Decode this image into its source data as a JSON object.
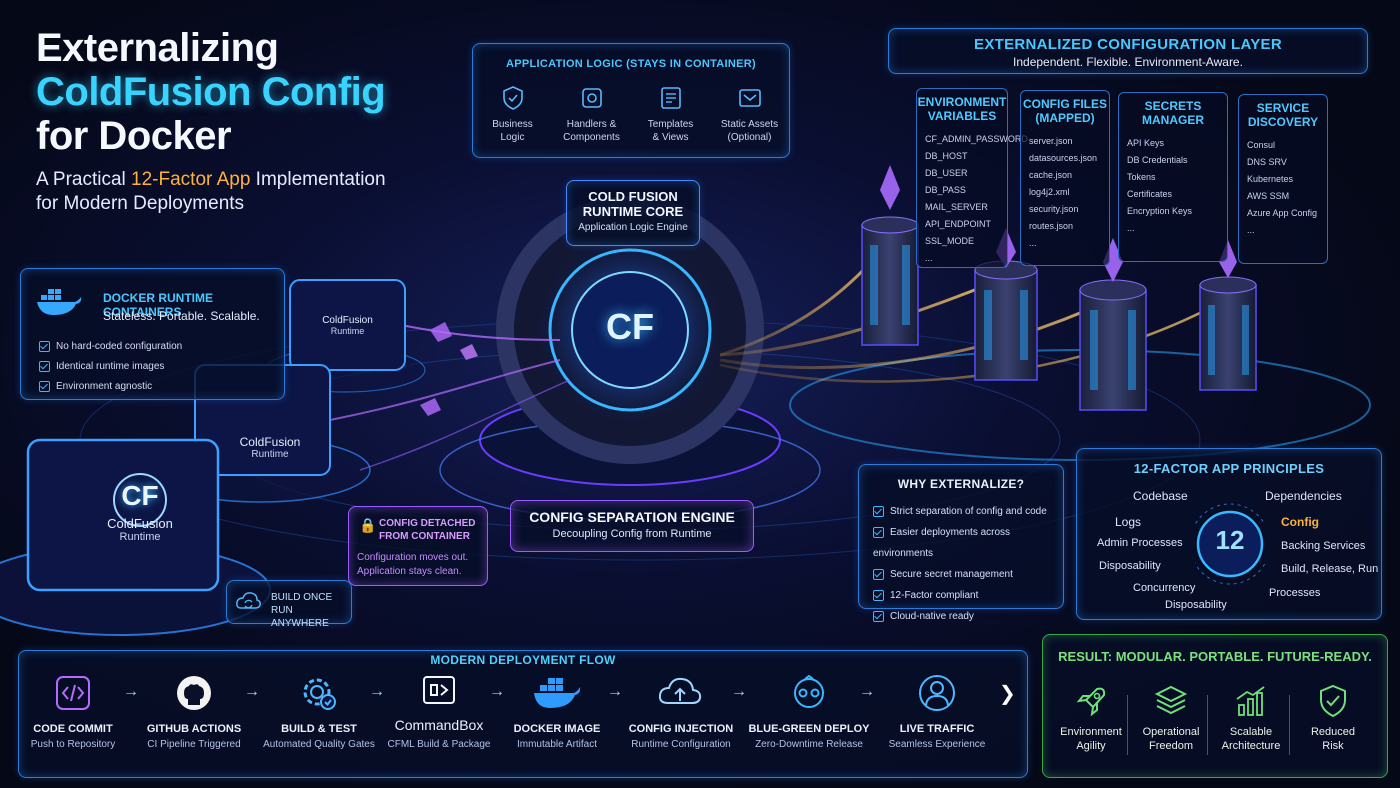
{
  "title": {
    "line1": "Externalizing",
    "line2": "ColdFusion Config",
    "line3": "for Docker",
    "subtitle_a": "A Practical ",
    "subtitle_highlight": "12-Factor App",
    "subtitle_b": " Implementation",
    "subtitle_line2": "for Modern Deployments"
  },
  "app_logic": {
    "title": "APPLICATION LOGIC (STAYS IN CONTAINER)",
    "items": [
      {
        "icon": "shield-check-icon",
        "label1": "Business",
        "label2": "Logic"
      },
      {
        "icon": "gear-tools-icon",
        "label1": "Handlers &",
        "label2": "Components"
      },
      {
        "icon": "template-icon",
        "label1": "Templates",
        "label2": "& Views"
      },
      {
        "icon": "image-icon",
        "label1": "Static Assets",
        "label2": "(Optional)"
      }
    ]
  },
  "core": {
    "line1": "COLD FUSION",
    "line2": "RUNTIME CORE",
    "sub": "Application Logic Engine",
    "badge": "CF"
  },
  "config_layer": {
    "title": "EXTERNALIZED CONFIGURATION LAYER",
    "subtitle": "Independent. Flexible. Environment-Aware.",
    "columns": [
      {
        "t1": "ENVIRONMENT",
        "t2": "VARIABLES",
        "items": [
          "CF_ADMIN_PASSWORD",
          "DB_HOST",
          "DB_USER",
          "DB_PASS",
          "MAIL_SERVER",
          "API_ENDPOINT",
          "SSL_MODE",
          "..."
        ]
      },
      {
        "t1": "CONFIG FILES",
        "t2": "(MAPPED)",
        "items": [
          "server.json",
          "datasources.json",
          "cache.json",
          "log4j2.xml",
          "security.json",
          "routes.json",
          "..."
        ]
      },
      {
        "t1": "SECRETS",
        "t2": "MANAGER",
        "items": [
          "API Keys",
          "DB Credentials",
          "Tokens",
          "Certificates",
          "Encryption Keys",
          "..."
        ]
      },
      {
        "t1": "SERVICE",
        "t2": "DISCOVERY",
        "items": [
          "Consul",
          "DNS SRV",
          "Kubernetes",
          "AWS SSM",
          "Azure App Config",
          "..."
        ]
      }
    ]
  },
  "docker_panel": {
    "title": "DOCKER RUNTIME CONTAINERS",
    "subtitle": "Stateless. Portable. Scalable.",
    "checks": [
      "No hard-coded configuration",
      "Identical runtime images",
      "Environment agnostic"
    ]
  },
  "cubes": [
    {
      "badge": "",
      "l1": "ColdFusion",
      "l2": "Runtime"
    },
    {
      "badge": "",
      "l1": "ColdFusion",
      "l2": "Runtime"
    },
    {
      "badge": "CF",
      "l1": "ColdFusion",
      "l2": "Runtime"
    }
  ],
  "detached": {
    "t1": "CONFIG DETACHED",
    "t2": "FROM CONTAINER",
    "d1": "Configuration moves out.",
    "d2": "Application stays clean."
  },
  "separation": {
    "title": "CONFIG SEPARATION ENGINE",
    "sub": "Decoupling Config from Runtime"
  },
  "build_once": {
    "l1": "BUILD ONCE",
    "l2": "RUN ANYWHERE"
  },
  "why": {
    "title": "WHY EXTERNALIZE?",
    "items": [
      "Strict separation of config and code",
      "Easier deployments across environments",
      "Secure secret management",
      "12-Factor compliant",
      "Cloud-native ready"
    ]
  },
  "principles": {
    "title": "12-FACTOR APP PRINCIPLES",
    "center": "12",
    "items": [
      "Codebase",
      "Dependencies",
      "Logs",
      "Config",
      "Admin Processes",
      "Backing Services",
      "Disposability",
      "Build, Release, Run",
      "Concurrency",
      "Disposability",
      "Processes"
    ]
  },
  "flow": {
    "title": "MODERN DEPLOYMENT FLOW",
    "steps": [
      {
        "icon": "code-icon",
        "label": "CODE COMMIT",
        "sub": "Push to Repository"
      },
      {
        "icon": "github-icon",
        "label": "GITHUB ACTIONS",
        "sub": "CI Pipeline Triggered"
      },
      {
        "icon": "gear-check-icon",
        "label": "BUILD & TEST",
        "sub": "Automated Quality Gates"
      },
      {
        "icon": "commandbox-icon",
        "label": "CommandBox",
        "sub": "CFML Build & Package"
      },
      {
        "icon": "docker-icon",
        "label": "DOCKER IMAGE",
        "sub": "Immutable Artifact"
      },
      {
        "icon": "cloud-upload-icon",
        "label": "CONFIG INJECTION",
        "sub": "Runtime Configuration"
      },
      {
        "icon": "bluegreen-icon",
        "label": "BLUE-GREEN DEPLOY",
        "sub": "Zero-Downtime Release"
      },
      {
        "icon": "user-icon",
        "label": "LIVE TRAFFIC",
        "sub": "Seamless Experience"
      }
    ]
  },
  "result": {
    "title": "RESULT: MODULAR. PORTABLE. FUTURE-READY.",
    "items": [
      {
        "icon": "rocket-icon",
        "l1": "Environment",
        "l2": "Agility"
      },
      {
        "icon": "layers-icon",
        "l1": "Operational",
        "l2": "Freedom"
      },
      {
        "icon": "chart-icon",
        "l1": "Scalable",
        "l2": "Architecture"
      },
      {
        "icon": "shield-check-icon",
        "l1": "Reduced",
        "l2": "Risk"
      }
    ]
  },
  "colors": {
    "accent_cyan": "#36d9ff",
    "accent_gold": "#ffb23a",
    "accent_violet": "#c77dff",
    "result_green": "#5ad36a",
    "panel_border": "#2d7bd6"
  }
}
